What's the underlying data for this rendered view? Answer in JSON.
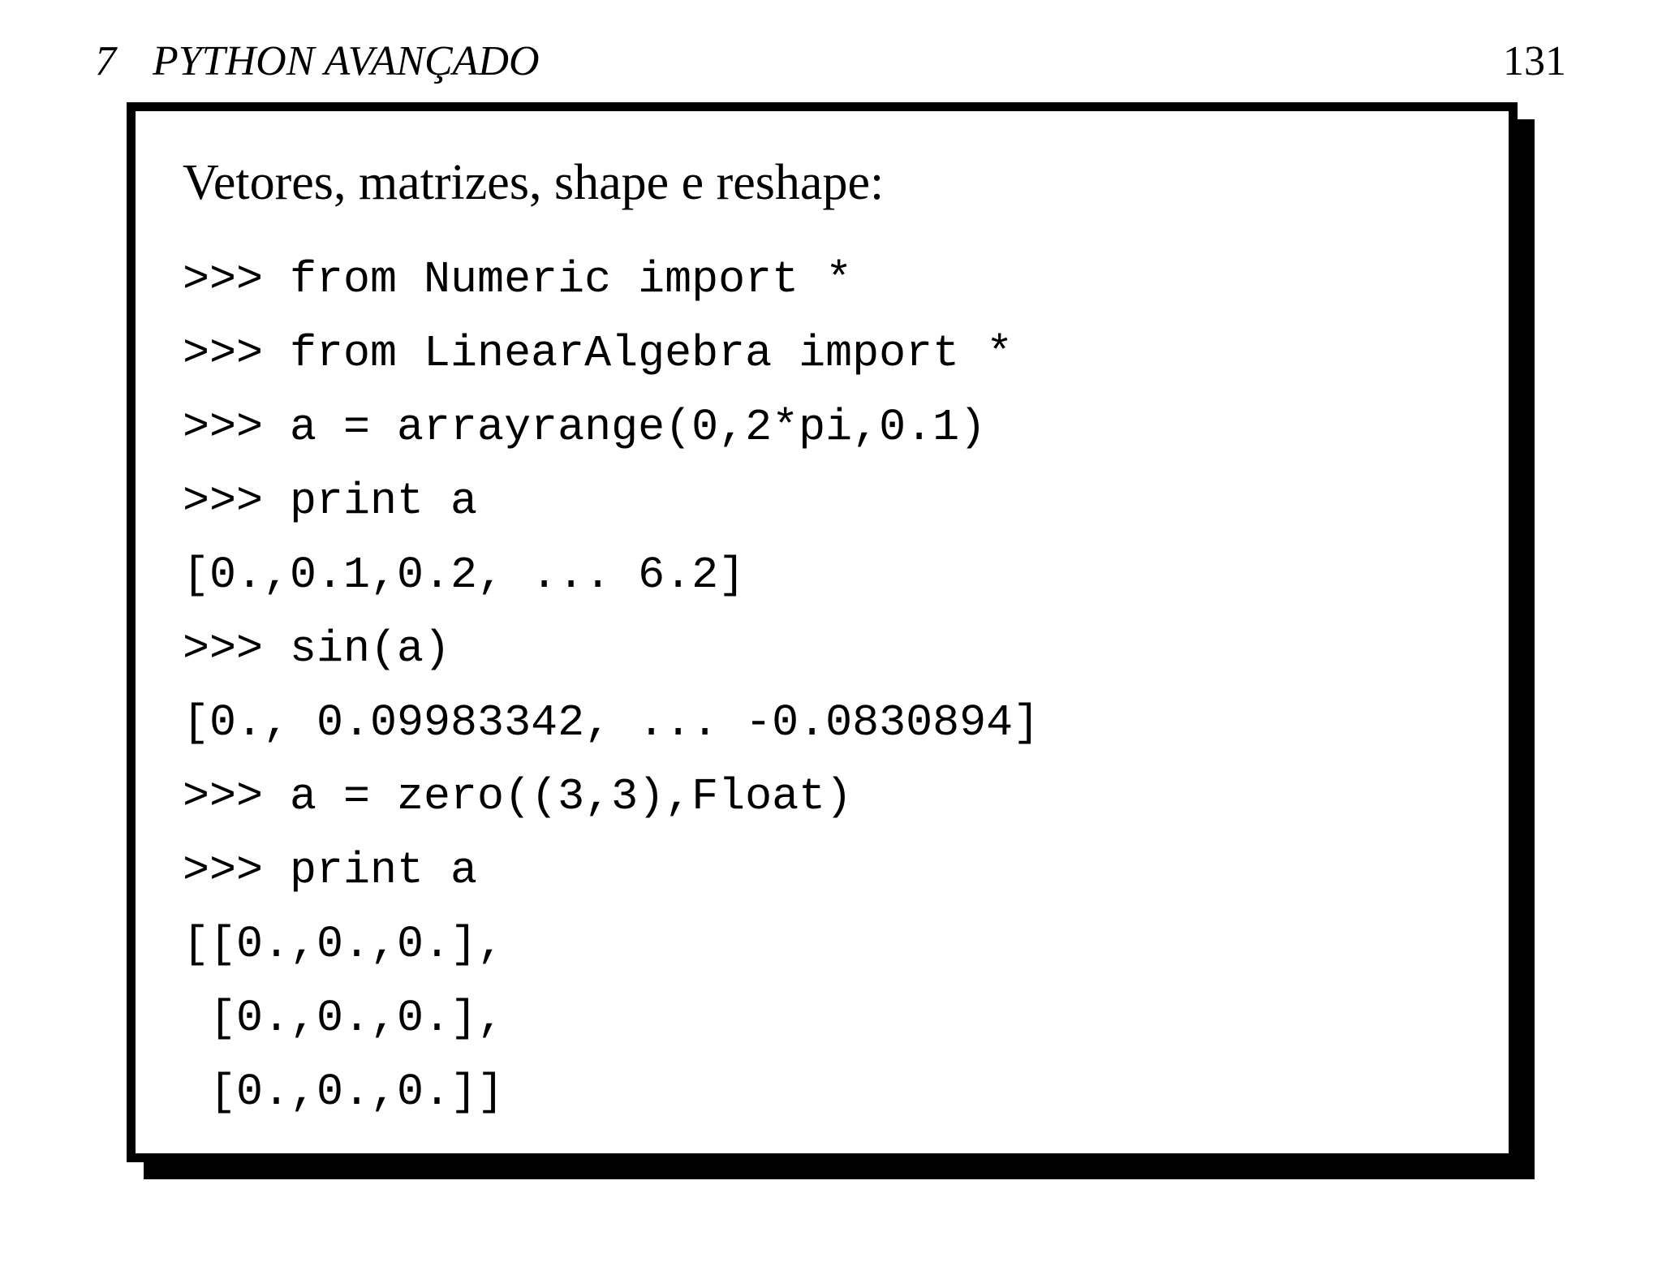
{
  "header": {
    "section_number": "7",
    "section_title": "PYTHON AVANÇADO",
    "page_number": "131"
  },
  "slide": {
    "title": "Vetores, matrizes, shape e reshape:",
    "code_lines": [
      ">>> from Numeric import *",
      ">>> from LinearAlgebra import *",
      ">>> a = arrayrange(0,2*pi,0.1)",
      ">>> print a",
      "[0.,0.1,0.2, ... 6.2]",
      ">>> sin(a)",
      "[0., 0.09983342, ... -0.0830894]",
      ">>> a = zero((3,3),Float)",
      ">>> print a",
      "[[0.,0.,0.],",
      " [0.,0.,0.],",
      " [0.,0.,0.]]"
    ]
  },
  "colors": {
    "background": "#ffffff",
    "ink": "#000000",
    "frame_border": "#000000",
    "frame_shadow": "#000000"
  }
}
